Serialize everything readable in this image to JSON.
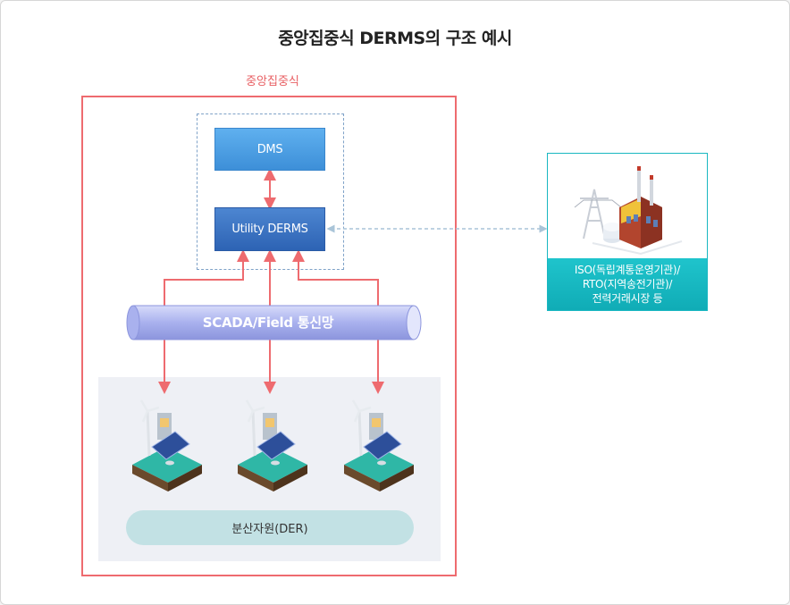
{
  "title": "중앙집중식 DERMS의 구조 예시",
  "central": {
    "label": "중앙집중식"
  },
  "control": {
    "dms": "DMS",
    "derms": "Utility DERMS"
  },
  "network": {
    "label": "SCADA/Field 통신망"
  },
  "der": {
    "label": "분산자원(DER)"
  },
  "iso": {
    "line1": "ISO(독립계통운영기관)/",
    "line2": "RTO(지역송전기관)/",
    "line3": "전력거래시장 등"
  },
  "colors": {
    "central_border": "#ee6b6f",
    "arrow": "#ee6b6f",
    "dms": "#4a9fe4",
    "derms": "#3670c2",
    "iso": "#16b8c2",
    "der_pill": "#c2e1e4",
    "network_pipe": "#b7bef0"
  }
}
